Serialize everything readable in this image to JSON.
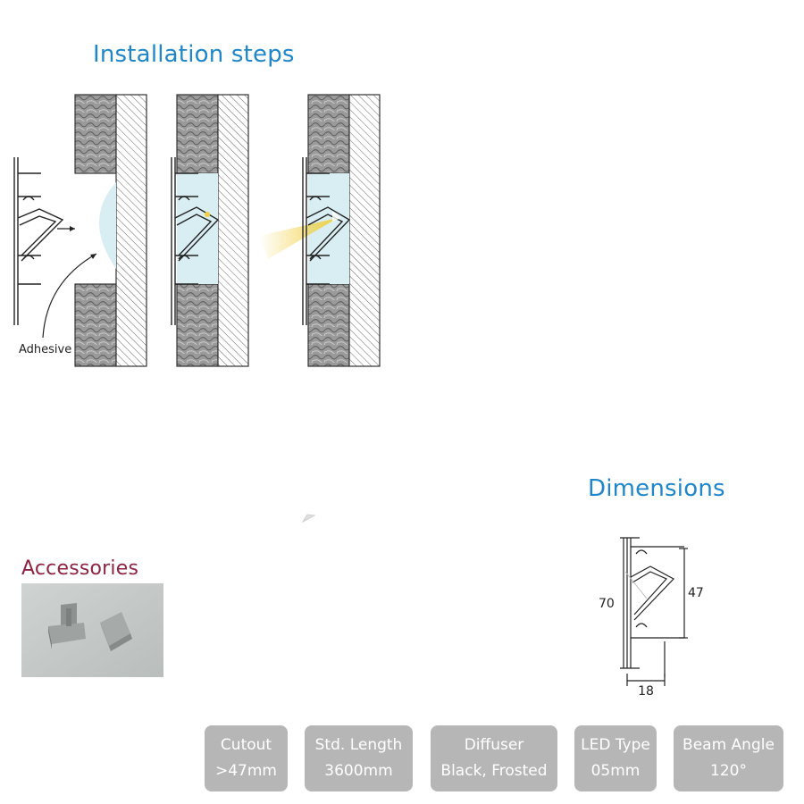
{
  "installation": {
    "title": "Installation steps",
    "adhesive_label": "Adhesive"
  },
  "dimensions": {
    "title": "Dimensions",
    "height_total": "70",
    "height_cutout": "47",
    "width": "18"
  },
  "accessories": {
    "title": "Accessories",
    "image": "end-caps-photo"
  },
  "specs": [
    {
      "label": "Cutout",
      "value": ">47mm"
    },
    {
      "label": "Std. Length",
      "value": "3600mm"
    },
    {
      "label": "Diffuser",
      "value": "Black, Frosted"
    },
    {
      "label": "LED Type",
      "value": "05mm"
    },
    {
      "label": "Beam Angle",
      "value": "120°"
    }
  ],
  "colors": {
    "heading_blue": "#1f86c9",
    "accessories_title": "#8d2440",
    "badge_gray": "#b6b6b6",
    "adhesive_fill": "#d9eef3",
    "light_beam": "#f3d24a"
  }
}
